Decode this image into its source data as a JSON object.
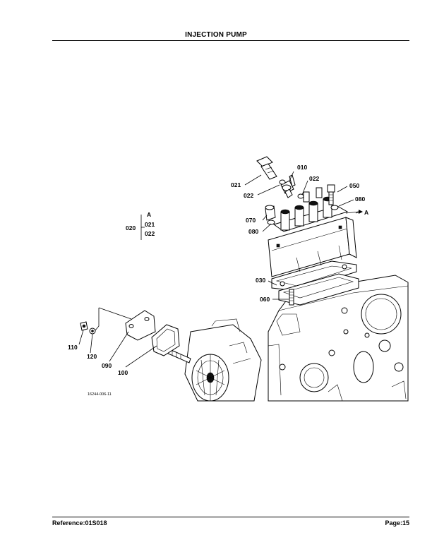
{
  "header": {
    "title": "INJECTION PUMP"
  },
  "footer": {
    "reference": "Reference:01S018",
    "page": "Page:15"
  },
  "diagram": {
    "callouts": {
      "p010": "010",
      "p021": "021",
      "p022a": "022",
      "p022b": "022",
      "p050": "050",
      "p080a": "080",
      "p070": "070",
      "p080b": "080",
      "p030": "030",
      "p060": "060",
      "p110": "110",
      "p120": "120",
      "p090": "090",
      "p100": "100",
      "arrowA": "A"
    },
    "group": {
      "id": "020",
      "ref": "A",
      "members": [
        "021",
        "022"
      ]
    },
    "figure_code": "16244-006-11"
  }
}
